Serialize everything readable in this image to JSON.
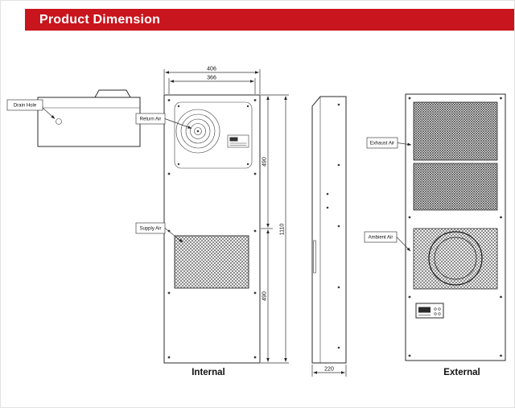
{
  "header": {
    "title": "Product Dimension"
  },
  "labels": {
    "drain_hole": "Drain Hole",
    "return_air": "Return Air",
    "supply_air": "Supply Air",
    "exhaust_air": "Exhaust Air",
    "ambient_air": "Ambient Air"
  },
  "dimensions": {
    "width_outer": "406",
    "width_inner": "366",
    "height_upper": "490",
    "height_lower": "490",
    "height_total": "1110",
    "depth": "220"
  },
  "views": {
    "internal": "Internal",
    "external": "External"
  },
  "colors": {
    "header_bg": "#c9151d",
    "header_text": "#ffffff",
    "line": "#2a2a2a"
  }
}
